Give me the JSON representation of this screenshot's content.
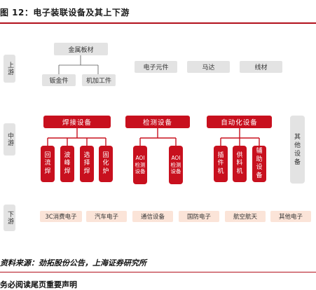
{
  "title": "图 12：电子装联设备及其上下游",
  "stages": {
    "upstream": "上游",
    "midstream": "中游",
    "downstream": "下游"
  },
  "upstream": {
    "metal_sheet": "金属板材",
    "sheet_metal_parts": "钣金件",
    "machined_parts": "机加工件",
    "electronic_components": "电子元件",
    "motor": "马达",
    "wire": "线材"
  },
  "midstream": {
    "welding": {
      "title": "焊接设备",
      "items": [
        "回流焊",
        "波峰焊",
        "选择焊",
        "固化炉"
      ]
    },
    "inspection": {
      "title": "检测设备",
      "items": [
        "AOI检测设备",
        "AOI检测设备"
      ]
    },
    "automation": {
      "title": "自动化设备",
      "items": [
        "插件机",
        "供料机",
        "辅助设备"
      ]
    },
    "other": "其他设备"
  },
  "downstream": [
    "3C消费电子",
    "汽车电子",
    "通信设备",
    "国防电子",
    "航空航天",
    "其他电子"
  ],
  "source": "资料来源：劲拓股份公告，上海证券研究所",
  "footer": "务必阅读尾页重要声明",
  "colors": {
    "accent_red": "#c8101e",
    "rule_red": "#b2101c",
    "gray_box": "#e3e3e3",
    "peach_box": "#fbe4d8"
  }
}
